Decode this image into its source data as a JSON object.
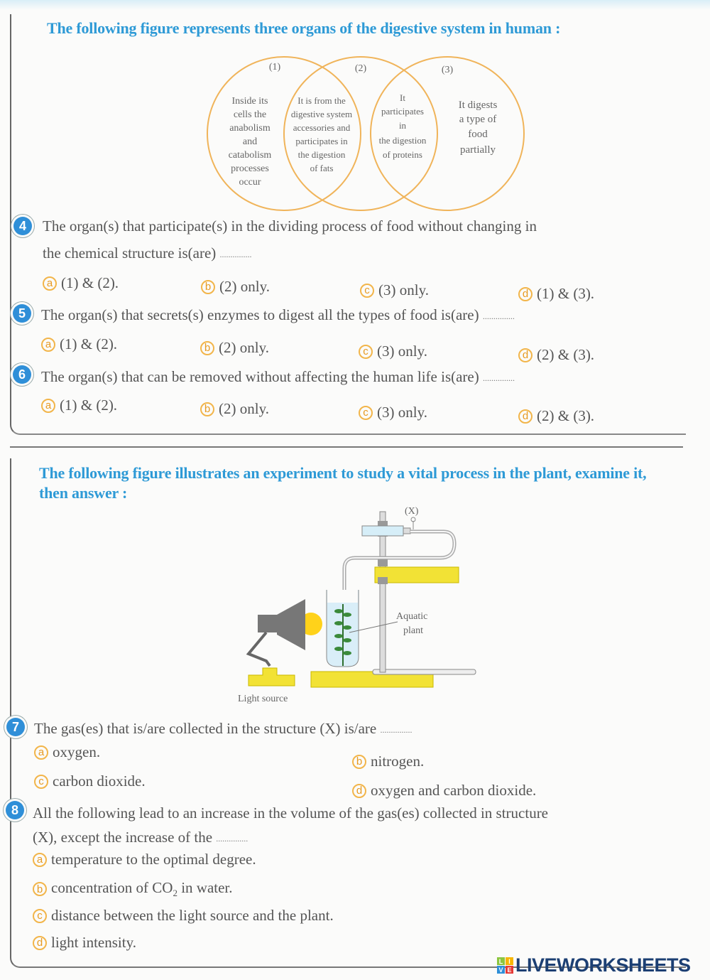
{
  "section1": {
    "heading": "The following figure represents three organs of the digestive system in human :",
    "venn": {
      "labels": [
        "(1)",
        "(2)",
        "(3)"
      ],
      "circle1_only": [
        "Inside its",
        "cells the",
        "anabolism",
        "and",
        "catabolism",
        "processes",
        "occur"
      ],
      "overlap_1_2": [
        "It is from the",
        "digestive system",
        "accessories and",
        "participates in",
        "the digestion",
        "of fats"
      ],
      "overlap_2_3": [
        "It",
        "participates",
        "in",
        "the digestion",
        "of proteins"
      ],
      "circle3_only": [
        "It digests",
        "a type of",
        "food",
        "partially"
      ],
      "circle_color": "#f0b45a"
    },
    "questions": [
      {
        "number": "4",
        "line1": "The organ(s) that participate(s) in the dividing process of food without changing in",
        "line2": "the chemical structure is(are)",
        "blank": "...............",
        "options": [
          {
            "letter": "a",
            "text": "(1) & (2)."
          },
          {
            "letter": "b",
            "text": "(2) only."
          },
          {
            "letter": "c",
            "text": "(3) only."
          },
          {
            "letter": "d",
            "text": "(1) & (3)."
          }
        ]
      },
      {
        "number": "5",
        "line1": "The organ(s) that secrets(s) enzymes to digest all the types of food is(are)",
        "blank": "...............",
        "options": [
          {
            "letter": "a",
            "text": "(1) & (2)."
          },
          {
            "letter": "b",
            "text": "(2) only."
          },
          {
            "letter": "c",
            "text": "(3) only."
          },
          {
            "letter": "d",
            "text": "(2) & (3)."
          }
        ]
      },
      {
        "number": "6",
        "line1": "The organ(s) that can be removed without affecting the human life is(are)",
        "blank": "...............",
        "options": [
          {
            "letter": "a",
            "text": "(1) & (2)."
          },
          {
            "letter": "b",
            "text": "(2) only."
          },
          {
            "letter": "c",
            "text": "(3) only."
          },
          {
            "letter": "d",
            "text": "(2) & (3)."
          }
        ]
      }
    ]
  },
  "section2": {
    "heading": "The following figure illustrates an experiment to study a vital process in the plant, examine it, then answer :",
    "diagram": {
      "label_x": "(X)",
      "label_plant_1": "Aquatic",
      "label_plant_2": "plant",
      "label_light": "Light source"
    },
    "questions": [
      {
        "number": "7",
        "line1": "The gas(es) that is/are collected in the structure (X) is/are",
        "blank": "...............",
        "options": [
          {
            "letter": "a",
            "text": "oxygen."
          },
          {
            "letter": "b",
            "text": "nitrogen."
          },
          {
            "letter": "c",
            "text": "carbon dioxide."
          },
          {
            "letter": "d",
            "text": "oxygen and carbon dioxide."
          }
        ]
      },
      {
        "number": "8",
        "line1": "All the following lead to an increase in the volume of the gas(es) collected in structure",
        "line2": "(X), except the increase of the",
        "blank": "...............",
        "options": [
          {
            "letter": "a",
            "text": "temperature to the optimal degree."
          },
          {
            "letter": "b",
            "text_before": "concentration of CO",
            "sub": "2",
            "text_after": " in water."
          },
          {
            "letter": "c",
            "text": "distance between the light source and the plant."
          },
          {
            "letter": "d",
            "text": "light intensity."
          }
        ]
      }
    ]
  },
  "footer": {
    "logo_tiles": [
      "L",
      "I",
      "V",
      "E"
    ],
    "logo_tile_colors": [
      "#8cc63f",
      "#f7b500",
      "#2f8fd8",
      "#e53935"
    ],
    "logo_text": "LIVEWORKSHEETS"
  }
}
